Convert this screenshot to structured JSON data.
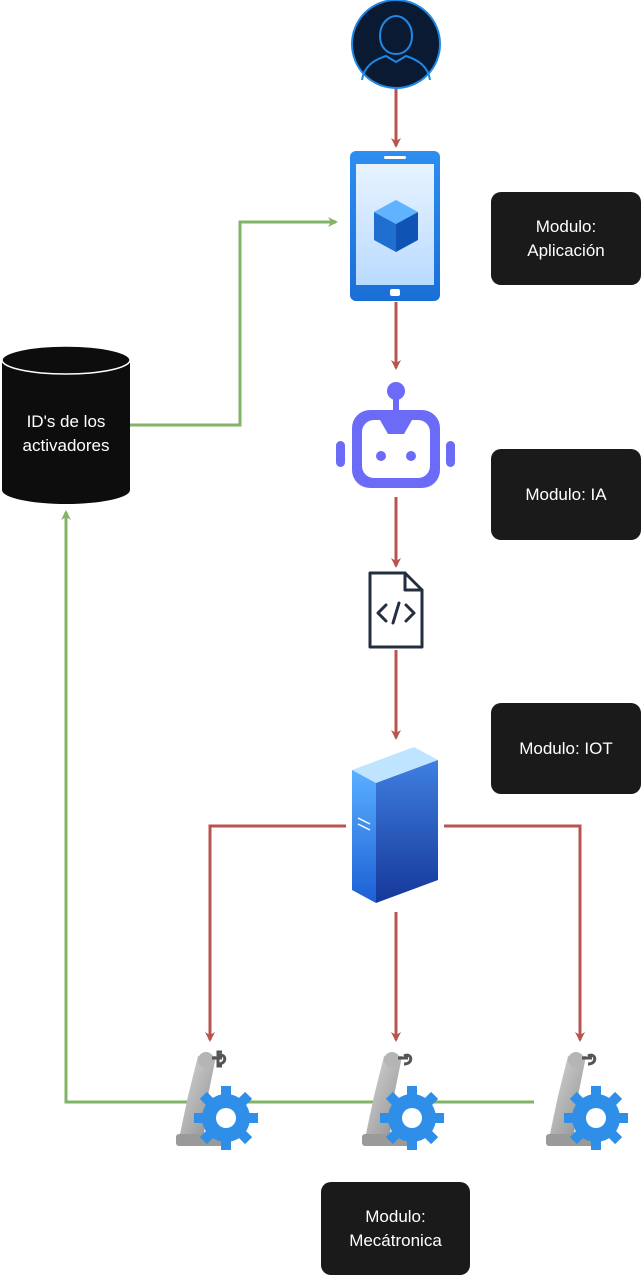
{
  "database": {
    "label": "ID's de los\nactivadores"
  },
  "modules": {
    "app": "Modulo:\nAplicación",
    "ia": "Modulo: IA",
    "iot": "Modulo: IOT",
    "mecatronica": "Modulo:\nMecátronica"
  },
  "colors": {
    "flow_arrow": "#b85450",
    "feedback_arrow": "#82b366",
    "label_bg": "#1a1a1a",
    "label_text": "#ffffff",
    "user_icon_bg": "#0b1a33",
    "user_icon_accent": "#1e88e5",
    "bot_icon": "#6b6bf7",
    "gear": "#2f8fe8"
  },
  "icons": [
    "user-avatar-icon",
    "mobile-app-icon",
    "bot-icon",
    "code-file-icon",
    "server-icon",
    "robot-arm-icon"
  ]
}
